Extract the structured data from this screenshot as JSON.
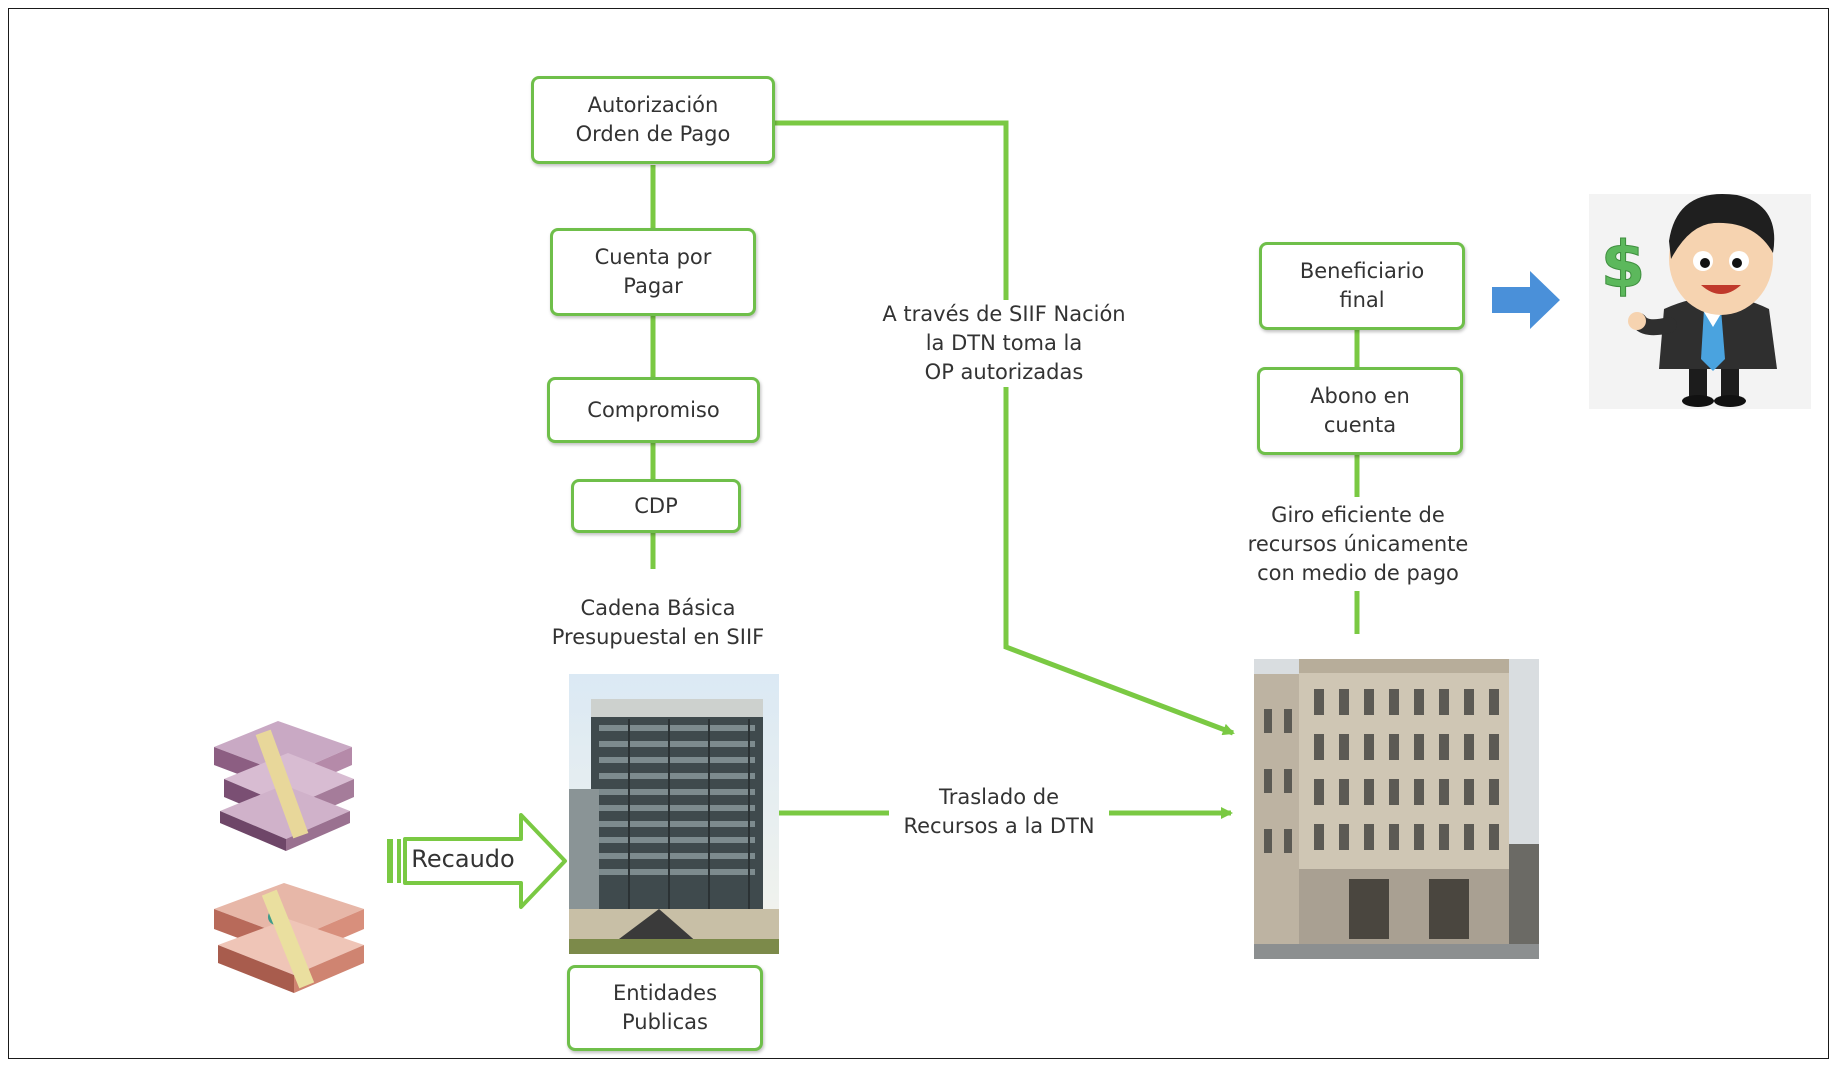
{
  "flow": {
    "autorizacion": "Autorización\nOrden de Pago",
    "cuenta_por_pagar": "Cuenta por\nPagar",
    "compromiso": "Compromiso",
    "cdp": "CDP",
    "cadena_basica": "Cadena Básica\nPresupuestal en SIIF",
    "entidades": "Entidades\nPublicas",
    "recaudo": "Recaudo",
    "siif_note": "A través de SIIF Nación\nla DTN toma la\nOP autorizadas",
    "traslado": "Traslado de\nRecursos a la DTN",
    "beneficiario": "Beneficiario\nfinal",
    "abono": "Abono en\ncuenta",
    "giro": "Giro eficiente de\nrecursos únicamente\ncon medio de pago",
    "dollar_sign": "$"
  },
  "colors": {
    "connector_green": "#7ac943",
    "box_border": "#6fbf4a",
    "beneficiary_arrow": "#4a90d9"
  },
  "icons": {
    "money": "money-bundles-icon",
    "entity_building": "modern-office-building-icon",
    "dtn_building": "classic-government-building-icon",
    "beneficiary": "businessman-with-dollar-icon"
  }
}
